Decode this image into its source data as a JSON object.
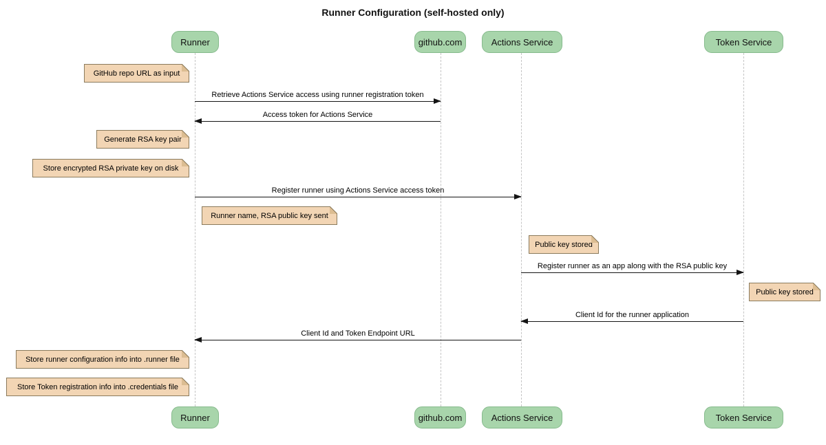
{
  "title": "Runner Configuration (self-hosted only)",
  "diagram": {
    "type": "sequence",
    "participants": [
      {
        "id": "runner",
        "label": "Runner"
      },
      {
        "id": "github",
        "label": "github.com"
      },
      {
        "id": "actions",
        "label": "Actions Service"
      },
      {
        "id": "token",
        "label": "Token Service"
      }
    ],
    "messages": [
      {
        "from": "runner",
        "to": "github",
        "direction": "right",
        "label": "Retrieve Actions Service access using runner registration token"
      },
      {
        "from": "github",
        "to": "runner",
        "direction": "left",
        "label": "Access token for Actions Service"
      },
      {
        "from": "runner",
        "to": "actions",
        "direction": "right",
        "label": "Register runner using Actions Service access token"
      },
      {
        "from": "actions",
        "to": "token",
        "direction": "right",
        "label": "Register runner as an app along with the RSA public key"
      },
      {
        "from": "token",
        "to": "actions",
        "direction": "left",
        "label": "Client Id for the runner application"
      },
      {
        "from": "actions",
        "to": "runner",
        "direction": "left",
        "label": "Client Id and Token Endpoint URL"
      }
    ],
    "notes": [
      {
        "anchor": "runner",
        "side": "left",
        "label": "GitHub repo URL as input"
      },
      {
        "anchor": "runner",
        "side": "left",
        "label": "Generate RSA key pair"
      },
      {
        "anchor": "runner",
        "side": "left",
        "label": "Store encrypted RSA private key on disk"
      },
      {
        "anchor": "runner",
        "side": "right",
        "label": "Runner name, RSA public key sent"
      },
      {
        "anchor": "actions",
        "side": "right",
        "label": "Public key stored"
      },
      {
        "anchor": "token",
        "side": "right",
        "label": "Public key stored"
      },
      {
        "anchor": "runner",
        "side": "left",
        "label": "Store runner configuration info into .runner file"
      },
      {
        "anchor": "runner",
        "side": "left",
        "label": "Store Token registration info into .credentials file"
      }
    ],
    "colors": {
      "participant_fill": "#a8d5ab",
      "participant_border": "#86ba8c",
      "note_fill": "#f2d5b4",
      "note_border": "#8a7a5c",
      "lifeline": "#c4c4c4",
      "arrow": "#141414",
      "background": "#ffffff"
    }
  }
}
